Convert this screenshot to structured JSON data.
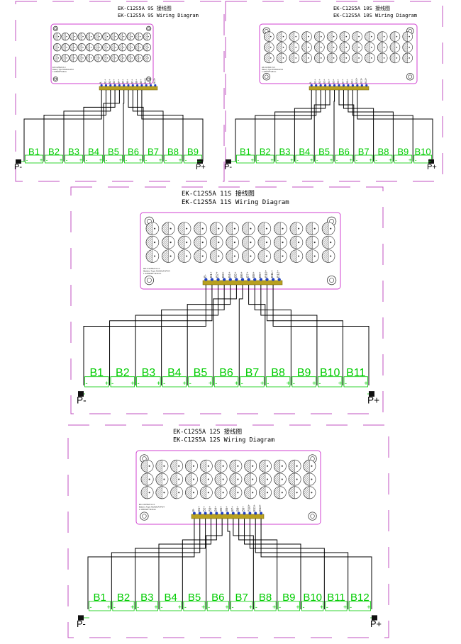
{
  "top_partial_text": "",
  "diagrams": [
    {
      "id": "9s",
      "title_cn": "EK-C12S5A  9S 接线图",
      "title_en": "EK-C12S5A  9S Wiring Diagram",
      "cells": [
        "B1",
        "B2",
        "B3",
        "B4",
        "B5",
        "B6",
        "B7",
        "B8",
        "B9"
      ],
      "neg_label": "P-",
      "pos_label": "P+",
      "board_text": [
        "EK-C12S5A V1.0",
        "Battery Type:NCM/LiFePO4",
        "L:125W2P*116mm"
      ]
    },
    {
      "id": "10s",
      "title_cn": "EK-C12S5A  10S 接线图",
      "title_en": "EK-C12S5A  10S Wiring Diagram",
      "cells": [
        "B1",
        "B2",
        "B3",
        "B4",
        "B5",
        "B6",
        "B7",
        "B8",
        "B9",
        "B10"
      ],
      "neg_label": "P-",
      "pos_label": "P+",
      "board_text": [
        "EK-C12S5A V1.0",
        "Battery Type:NCM/LiFePO4",
        "L:125W2P*116mm"
      ]
    },
    {
      "id": "11s",
      "title_cn": "EK-C12S5A  11S 接线图",
      "title_en": "EK-C12S5A  11S Wiring Diagram",
      "cells": [
        "B1",
        "B2",
        "B3",
        "B4",
        "B5",
        "B6",
        "B7",
        "B8",
        "B9",
        "B10",
        "B11"
      ],
      "neg_label": "P-",
      "pos_label": "P+",
      "board_text": [
        "EK-C12S5A V1.0",
        "Battery Type:NCM/LiFePO4",
        "L:125W2P*116mm"
      ]
    },
    {
      "id": "12s",
      "title_cn": "EK-C12S5A  12S 接线图",
      "title_en": "EK-C12S5A  12S Wiring Diagram",
      "cells": [
        "B1",
        "B2",
        "B3",
        "B4",
        "B5",
        "B6",
        "B7",
        "B8",
        "B9",
        "B10",
        "B11",
        "B12"
      ],
      "neg_label": "P-",
      "pos_label": "P+",
      "board_text": [
        "EK-C12S5A V1.0",
        "Battery Type:NCM/LiFePO4",
        "L:125W2P*116mm"
      ]
    }
  ],
  "pin_labels": [
    "B-",
    "B1+",
    "B2+",
    "B3+",
    "B4+",
    "B5+",
    "B6+",
    "B7+",
    "B8+",
    "B9+",
    "B10+",
    "B11+",
    "B12+"
  ],
  "colors": {
    "frame": "#c050c0",
    "board": "#d040d0",
    "wire": "#000000",
    "cell": "#00cc00",
    "connector": "#b8a020",
    "pin": "#2040c0",
    "text": "#000000"
  }
}
